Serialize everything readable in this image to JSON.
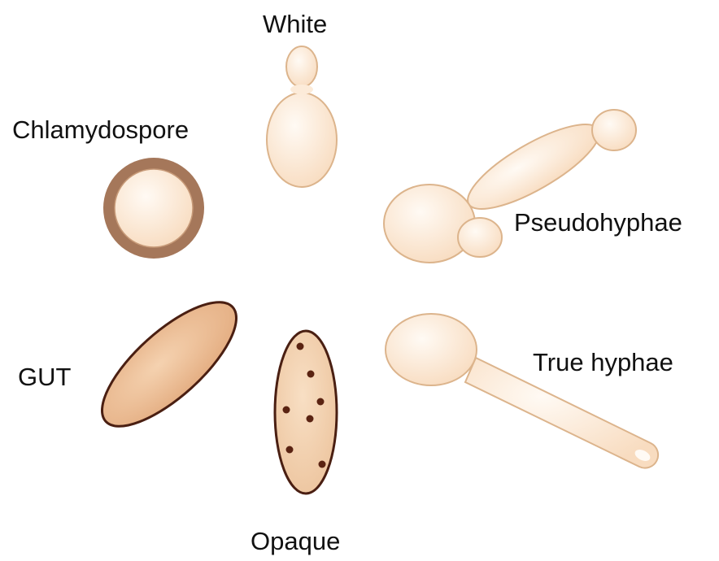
{
  "labels": {
    "white": "White",
    "chlamydospore": "Chlamydospore",
    "pseudohyphae": "Pseudohyphae",
    "gut": "GUT",
    "true_hyphae": "True hyphae",
    "opaque": "Opaque"
  },
  "colors": {
    "cell_fill_light": "#fdf1e6",
    "cell_fill_mid": "#f6dcc3",
    "cell_outline_light": "#d8b28a",
    "cell_outline_dark": "#4a1f12",
    "gut_fill": "#e9b98f",
    "opaque_fill": "#f1cfae",
    "chlamydospore_wall": "#a5775a",
    "opaque_dot": "#5a2312"
  },
  "icons": {
    "white_cell": "budding-yeast-cell-icon",
    "chlamydospore_cell": "thick-walled-spore-icon",
    "pseudohyphae_cell": "pseudohyphae-chain-icon",
    "gut_cell": "elongated-gut-cell-icon",
    "opaque_cell": "spotted-opaque-cell-icon",
    "true_hyphae_cell": "germ-tube-hypha-icon"
  }
}
